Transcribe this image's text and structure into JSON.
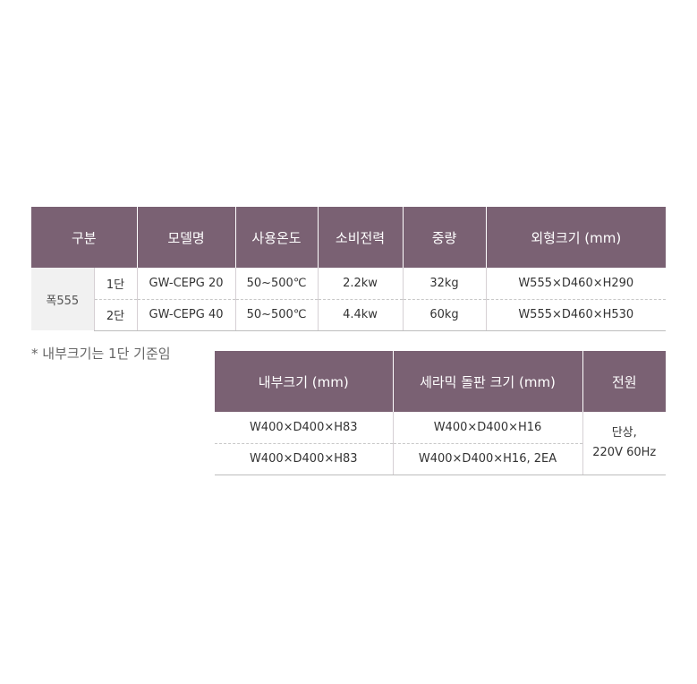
{
  "spec_table": {
    "headers": [
      "구분",
      "모델명",
      "사용온도",
      "소비전력",
      "중량",
      "외형크기 (mm)"
    ],
    "group": "폭555",
    "rows": [
      {
        "tier": "1단",
        "model": "GW-CEPG 20",
        "temp": "50~500℃",
        "power": "2.2kw",
        "weight": "32kg",
        "size": "W555×D460×H290"
      },
      {
        "tier": "2단",
        "model": "GW-CEPG 40",
        "temp": "50~500℃",
        "power": "4.4kw",
        "weight": "60kg",
        "size": "W555×D460×H530"
      }
    ]
  },
  "note": "* 내부크기는 1단 기준임",
  "inner_table": {
    "headers": [
      "내부크기 (mm)",
      "세라믹 돌판 크기 (mm)",
      "전원"
    ],
    "rows": [
      {
        "inner": "W400×D400×H83",
        "stone": "W400×D400×H16"
      },
      {
        "inner": "W400×D400×H83",
        "stone": "W400×D400×H16, 2EA"
      }
    ],
    "power_line1": "단상,",
    "power_line2": "220V 60Hz"
  },
  "colors": {
    "header_bg": "#7a6173",
    "group_bg": "#f1f1f1"
  }
}
